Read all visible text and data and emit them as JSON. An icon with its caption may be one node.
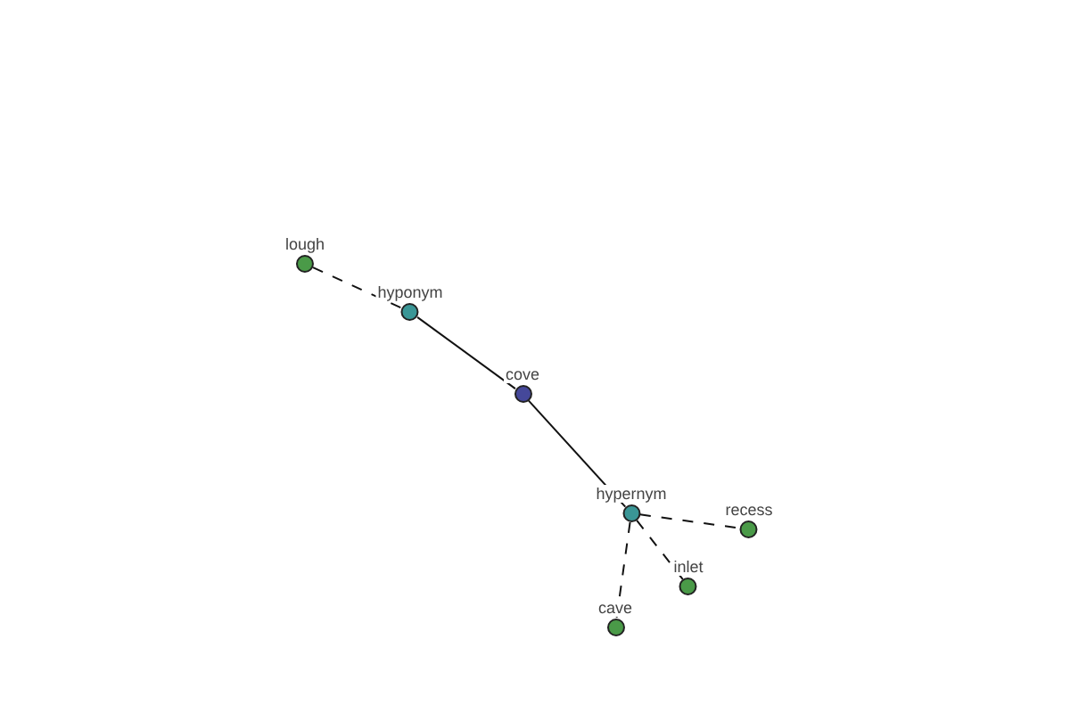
{
  "diagram": {
    "nodes": [
      {
        "text": [
          "lough"
        ]
      },
      {
        "text": [
          "hyponym"
        ]
      },
      {
        "text": [
          "cove"
        ]
      },
      {
        "text": [
          "hypernym"
        ]
      },
      {
        "text": [
          "recess"
        ]
      },
      {
        "text": [
          "inlet"
        ]
      },
      {
        "text": [
          "cave"
        ]
      }
    ],
    "edges": [
      {
        "from": 0,
        "to": 1,
        "arrow": "none",
        "style": "dashed"
      },
      {
        "from": 1,
        "to": 2,
        "arrow": "none"
      },
      {
        "from": 2,
        "to": 3,
        "arrow": "none"
      },
      {
        "from": 3,
        "to": 4,
        "arrow": "none",
        "style": "dashed"
      },
      {
        "from": 3,
        "to": 5,
        "arrow": "none",
        "style": "dashed"
      },
      {
        "from": 3,
        "to": 6,
        "arrow": "none",
        "style": "dashed"
      }
    ]
  }
}
